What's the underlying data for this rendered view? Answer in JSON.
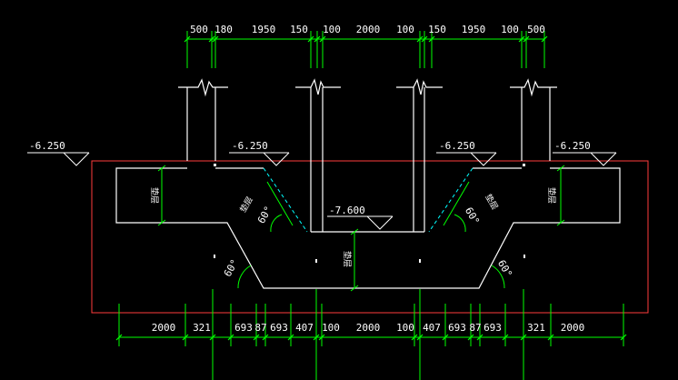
{
  "colors": {
    "background": "#000000",
    "outline": "#ff3b3b",
    "structure": "#ffffff",
    "dimension": "#00ff00",
    "construction": "#00ffff",
    "text": "#ffffff"
  },
  "top_dimensions": [
    "500",
    "180",
    "1950",
    "150",
    "100",
    "2000",
    "100",
    "150",
    "1950",
    "100",
    "500"
  ],
  "bottom_dimensions": [
    "2000",
    "321",
    "693",
    "87",
    "693",
    "407",
    "100",
    "2000",
    "100",
    "407",
    "693",
    "87",
    "693",
    "321",
    "2000"
  ],
  "elevations": {
    "left_outer": "-6.250",
    "left_inner": "-6.250",
    "right_inner": "-6.250",
    "right_outer": "-6.250",
    "pit_bottom": "-7.600"
  },
  "angles": {
    "upper_left": "60°",
    "lower_left": "60°",
    "upper_right": "60°",
    "lower_right": "60°"
  },
  "vertical_labels": {
    "left_step": "垫层",
    "left_slope": "垫层",
    "center_pit": "垫层",
    "right_slope": "垫层",
    "right_step": "垫层"
  }
}
